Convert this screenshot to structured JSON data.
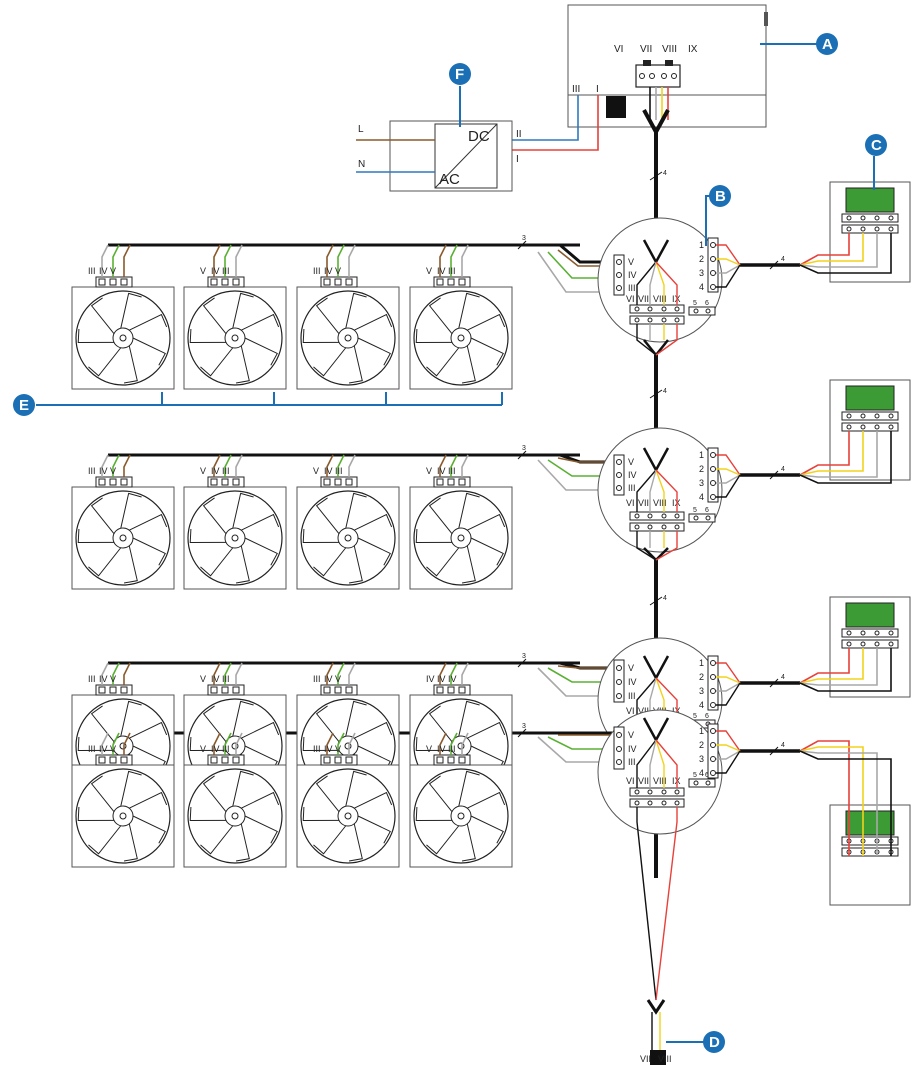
{
  "colors": {
    "accent": "#1b6fb5",
    "brown": "#8a5a2b",
    "green": "#5ab033",
    "grey": "#a8a8a8",
    "red": "#e8403a",
    "yellow": "#f2d21b",
    "blue": "#2f79c0",
    "black": "#111111",
    "display_green": "#3d9b35"
  },
  "callouts": {
    "a": "A",
    "b": "B",
    "c": "C",
    "d": "D",
    "e": "E",
    "f": "F"
  },
  "controller": {
    "terminals": [
      "VI",
      "VII",
      "VIII",
      "IX"
    ],
    "power_labels": [
      "III",
      "I"
    ]
  },
  "psu": {
    "dc": "DC",
    "ac": "AC",
    "in_l": "L",
    "in_n": "N",
    "out_ii": "II",
    "out_i": "I"
  },
  "junction": {
    "fan_terminals": [
      "V",
      "IV",
      "III"
    ],
    "panel_terminals": [
      "1",
      "2",
      "3",
      "4"
    ],
    "bus_terminals": [
      "VI",
      "VII",
      "VIII",
      "IX"
    ],
    "aux_terminals": [
      "5",
      "6"
    ]
  },
  "fan": {
    "terminals_normal": [
      "III",
      "IV",
      "V"
    ],
    "terminals_reversed": [
      "V",
      "IV",
      "III"
    ],
    "terminals_row3_last": [
      "IV",
      "IV",
      "IV"
    ]
  },
  "cable_counts": {
    "bus": "4",
    "fan": "3",
    "panel": "4"
  },
  "terminator": {
    "labels": [
      "VII",
      "VIII"
    ]
  }
}
